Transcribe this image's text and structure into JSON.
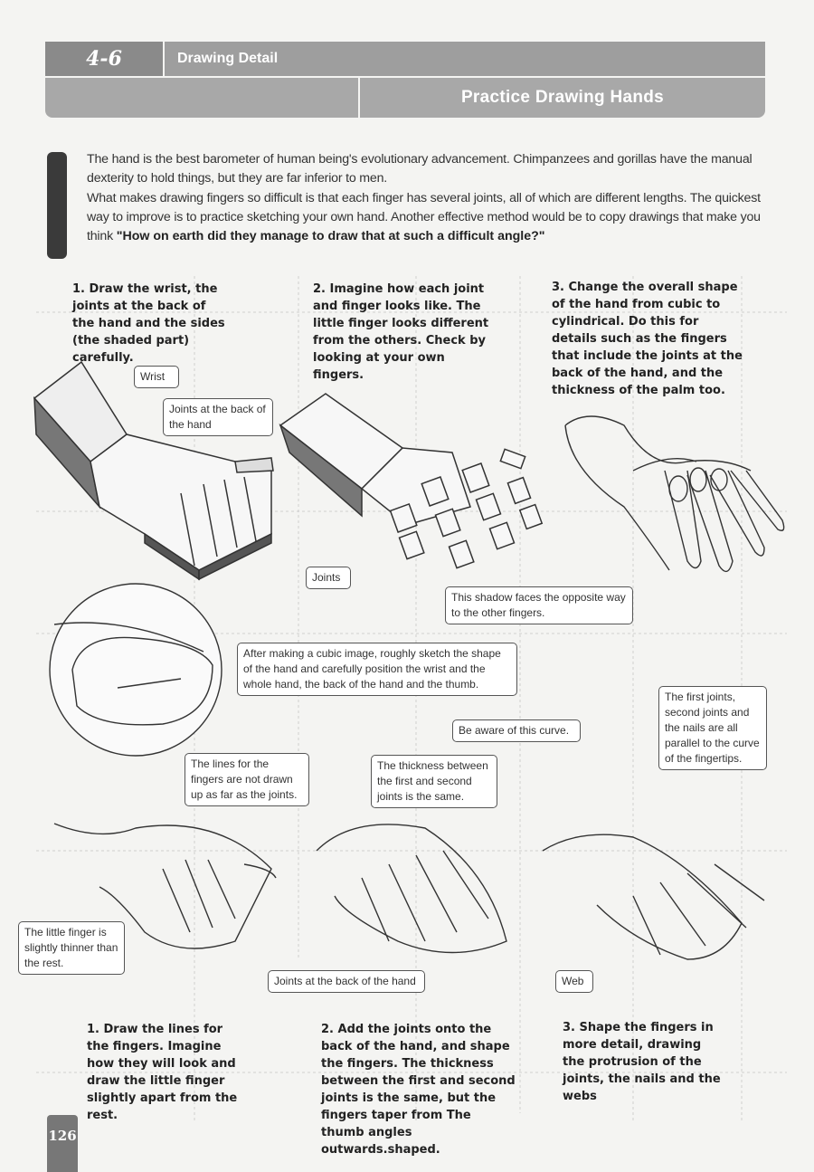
{
  "header": {
    "section_number": "4-6",
    "section_title": "Drawing Detail",
    "page_heading": "Practice Drawing Hands"
  },
  "intro": {
    "line1": "The hand is the best barometer of human being's evolutionary advancement. Chimpanzees and gorillas have the manual dexterity to hold things, but they are far inferior to men.",
    "line2": "What makes drawing fingers so difficult is that each finger has several joints, all of which are different lengths. The quickest way to improve is to practice sketching your own hand. Another effective method would be to copy drawings that make you think ",
    "emphasis": "\"How on earth did they manage to draw that at such a difficult angle?\""
  },
  "top_steps": [
    "1. Draw the wrist, the joints at the back of the hand and the sides (the shaded part) carefully.",
    "2. Imagine how each joint and finger looks like. The little finger looks different from the others. Check by looking at your own fingers.",
    "3. Change the overall shape of the hand from cubic to cylindrical. Do this for details such as the fingers that include the joints at the back of the hand, and the thickness of the palm too."
  ],
  "labels": {
    "wrist": "Wrist",
    "joints_back_top": "Joints at the back of the hand",
    "joints": "Joints",
    "shadow": "This shadow faces the opposite way to the other fingers.",
    "cubic": "After making a cubic image, roughly sketch the shape of the hand and carefully position the wrist and the whole hand, the back of the hand and the thumb.",
    "curve": "Be aware of this curve.",
    "first_joints": "The first joints, second joints and the nails are all parallel to the curve of the fingertips.",
    "lines_fingers": "The lines for the fingers are not drawn up as far as the joints.",
    "thickness": "The thickness between the first and second joints is the same.",
    "little_finger": "The little finger is slightly thinner than the rest.",
    "joints_back_bottom": "Joints at the back of the hand",
    "web": "Web"
  },
  "bottom_steps": [
    "1. Draw the lines for the fingers. Imagine how they will look and draw the little finger slightly apart from the rest.",
    "2. Add the joints onto the back of the hand, and shape the fingers. The thickness between the first and second joints is the same, but the fingers taper from The thumb angles outwards.shaped.",
    "3. Shape the fingers in more detail, drawing the protrusion of the joints, the nails and the webs"
  ],
  "page_number": "126"
}
